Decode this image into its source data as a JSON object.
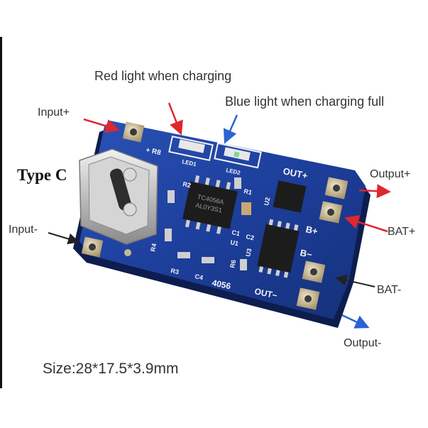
{
  "labels": {
    "red_light": "Red light when charging",
    "blue_light": "Blue light when charging full",
    "input_plus": "Input+",
    "input_minus": "Input-",
    "type_c": "Type C",
    "output_plus": "Output+",
    "bat_plus": "BAT+",
    "bat_minus": "BAT-",
    "output_minus": "Output-",
    "size": "Size:28*17.5*3.9mm"
  },
  "silkscreen": {
    "r8": "+ R8",
    "led1": "LED1",
    "led2": "LED2",
    "out_plus": "OUT+",
    "b_plus": "B+",
    "b_minus": "B−",
    "out_minus": "OUT−",
    "model": "4056",
    "r1": "R1",
    "r2": "R2",
    "r3": "R3",
    "r4": "R4",
    "c1": "C1",
    "c2": "C2",
    "c4": "C4",
    "u1": "U1",
    "u2": "U2",
    "u3": "U3",
    "r6": "R6"
  },
  "chip_text": {
    "main_line1": "TC4056A",
    "main_line2": "AL0Y3S1"
  },
  "colors": {
    "pcb_blue": "#1d3f9c",
    "arrow_red": "#e0262e",
    "arrow_blue": "#2a63d6",
    "arrow_black": "#222222",
    "pad_copper": "#c9b78e"
  }
}
